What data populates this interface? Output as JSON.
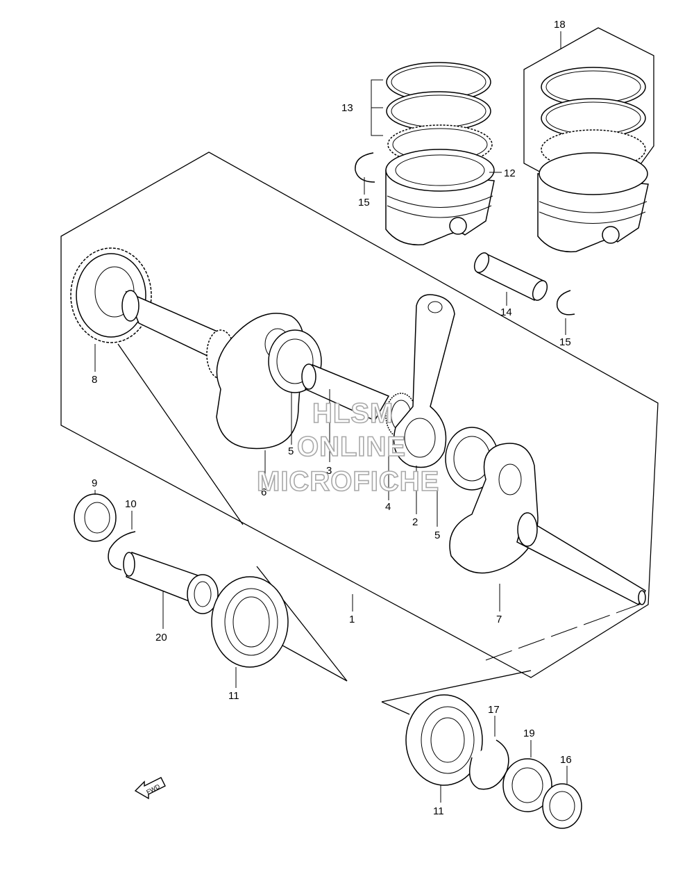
{
  "callouts": {
    "c1": "1",
    "c2": "2",
    "c3": "3",
    "c4": "4",
    "c5a": "5",
    "c5b": "5",
    "c6": "6",
    "c7": "7",
    "c8": "8",
    "c9": "9",
    "c10": "10",
    "c11a": "11",
    "c11b": "11",
    "c12": "12",
    "c13": "13",
    "c14": "14",
    "c15a": "15",
    "c15b": "15",
    "c16": "16",
    "c17": "17",
    "c18": "18",
    "c19": "19",
    "c20": "20"
  },
  "watermark": {
    "line1": "HLSM",
    "line2": "ONLINE",
    "line3": "MICROFICHE"
  },
  "fwd_label": "FWD"
}
